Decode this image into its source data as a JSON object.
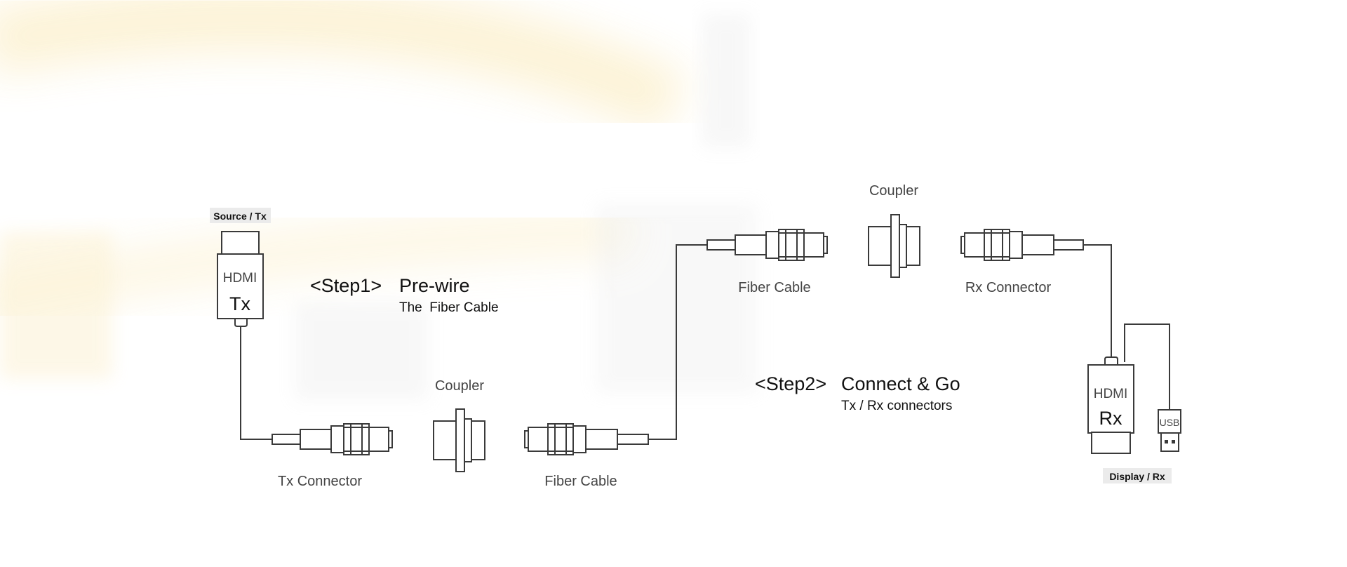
{
  "colors": {
    "line": "#3a3a3a",
    "label": "#444444",
    "heading": "#111111",
    "tag_bg": "#ebebeb",
    "photo_accent": "#f6d77a"
  },
  "tags": {
    "source": "Source / Tx",
    "display": "Display / Rx"
  },
  "tx_plug": {
    "top": "HDMI",
    "bottom": "Tx"
  },
  "rx_plug": {
    "top": "HDMI",
    "bottom": "Rx",
    "usb": "USB"
  },
  "step1": {
    "tag": "<Step1>",
    "title": "Pre-wire",
    "subtitle": "The  Fiber Cable"
  },
  "step2": {
    "tag": "<Step2>",
    "title": "Connect & Go",
    "subtitle": "Tx / Rx connectors"
  },
  "labels": {
    "tx_connector": "Tx Connector",
    "coupler_bottom": "Coupler",
    "fiber_cable_bottom": "Fiber Cable",
    "fiber_cable_top": "Fiber Cable",
    "coupler_top": "Coupler",
    "rx_connector": "Rx Connector"
  }
}
